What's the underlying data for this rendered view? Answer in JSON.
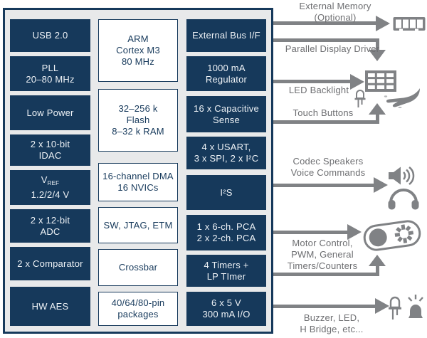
{
  "colors": {
    "navy": "#16395b",
    "box_fill": "#e8e9ea",
    "block_text_light": "#eef2f6",
    "arrow_gray": "#808285",
    "label_gray": "#6d6e71",
    "white": "#ffffff"
  },
  "soc": {
    "analog_column": [
      {
        "lines": [
          "USB 2.0"
        ]
      },
      {
        "lines": [
          "PLL",
          "20–80 MHz"
        ]
      },
      {
        "lines": [
          "Low Power"
        ]
      },
      {
        "lines": [
          "2 x 10-bit",
          "IDAC"
        ]
      },
      {
        "main": "V",
        "sub": "REF",
        "line2": "1.2/2/4 V"
      },
      {
        "lines": [
          "2 x 12-bit",
          "ADC"
        ]
      },
      {
        "lines": [
          "2 x Comparator"
        ]
      },
      {
        "lines": [
          "HW AES"
        ]
      }
    ],
    "core_column": [
      {
        "lines": [
          "ARM",
          "Cortex M3",
          "80 MHz"
        ]
      },
      {
        "lines": [
          "32–256 k",
          "Flash",
          "8–32 k RAM"
        ]
      },
      {
        "lines": [
          "16-channel DMA",
          "16 NVICs"
        ]
      },
      {
        "lines": [
          "SW, JTAG, ETM"
        ]
      },
      {
        "lines": [
          "Crossbar"
        ]
      },
      {
        "lines": [
          "40/64/80-pin",
          "packages"
        ]
      }
    ],
    "peripheral_column": [
      {
        "lines": [
          "External Bus I/F"
        ]
      },
      {
        "lines": [
          "1000 mA",
          "Regulator"
        ]
      },
      {
        "lines": [
          "16 x Capacitive",
          "Sense"
        ]
      },
      {
        "lines": [
          "4 x USART,",
          "3 x SPI, 2 x I²C"
        ]
      },
      {
        "lines": [
          "I²S"
        ]
      },
      {
        "lines": [
          "1 x 6-ch. PCA",
          "2 x 2-ch. PCA"
        ]
      },
      {
        "lines": [
          "4 Timers +",
          "LP TImer"
        ]
      },
      {
        "lines": [
          "6 x 5 V",
          "300 mA I/O"
        ]
      }
    ]
  },
  "connections": [
    {
      "label_lines": [
        "External Memory",
        "(Optional)"
      ],
      "icons": [
        "memory-module-icon"
      ]
    },
    {
      "label_lines": [
        "Parallel Display Driver"
      ],
      "icons": []
    },
    {
      "label_lines": [
        "LED Backlight"
      ],
      "icons": [
        "led-matrix-icon",
        "led-icon"
      ]
    },
    {
      "label_lines": [
        "Touch Buttons"
      ],
      "icons": [
        "hand-touch-icon"
      ]
    },
    {
      "label_lines": [
        "Codec Speakers",
        "Voice Commands"
      ],
      "icons": [
        "speaker-icon",
        "headphones-icon"
      ]
    },
    {
      "label_lines": [
        "Motor Control,",
        "PWM, General",
        "Timers/Counters"
      ],
      "icons": [
        "motor-icon"
      ]
    },
    {
      "label_lines": [
        "Buzzer, LED,",
        "H Bridge, etc..."
      ],
      "icons": [
        "led-icon",
        "siren-icon"
      ]
    }
  ]
}
